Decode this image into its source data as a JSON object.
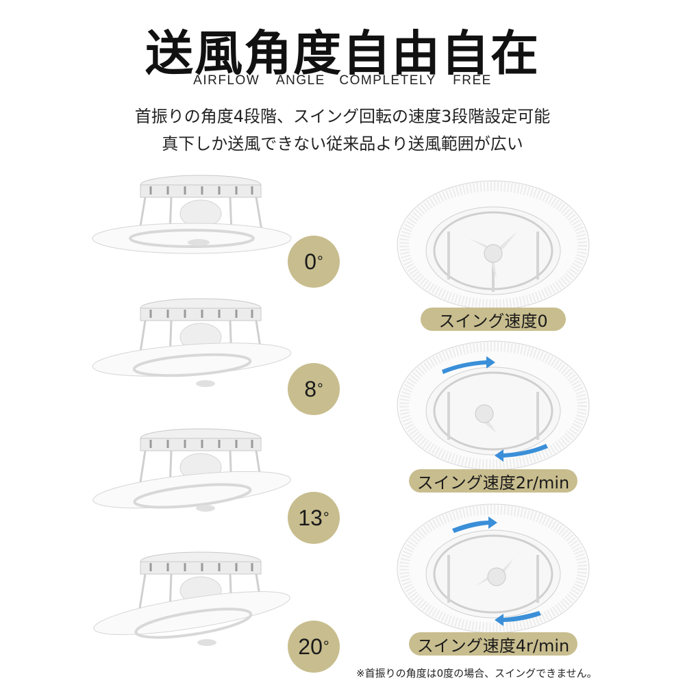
{
  "header": {
    "title": "送風角度自由自在",
    "subtitle": "AIRFLOW ANGLE　COMPLETELY FREE",
    "line1": "首振りの角度4段階、スイング回転の速度3段階設定可能",
    "line2": "真下しか送風できない従来品より送風範囲が広い"
  },
  "angles": [
    {
      "value": "0"
    },
    {
      "value": "8"
    },
    {
      "value": "13"
    },
    {
      "value": "20"
    }
  ],
  "speeds": [
    {
      "label": "スイング速度0"
    },
    {
      "label": "スイング速度2r/min"
    },
    {
      "label": "スイング速度4r/min"
    }
  ],
  "footnote": "※首振りの角度は0度の場合、スイングできません。",
  "colors": {
    "badge": "#c8bd8e",
    "arrow": "#3a8fd8"
  },
  "chart_data": {
    "type": "table",
    "rows": [
      {
        "angle_deg": 0
      },
      {
        "angle_deg": 8
      },
      {
        "angle_deg": 13
      },
      {
        "angle_deg": 20
      }
    ],
    "swing_speeds_r_per_min": [
      0,
      2,
      4
    ]
  }
}
